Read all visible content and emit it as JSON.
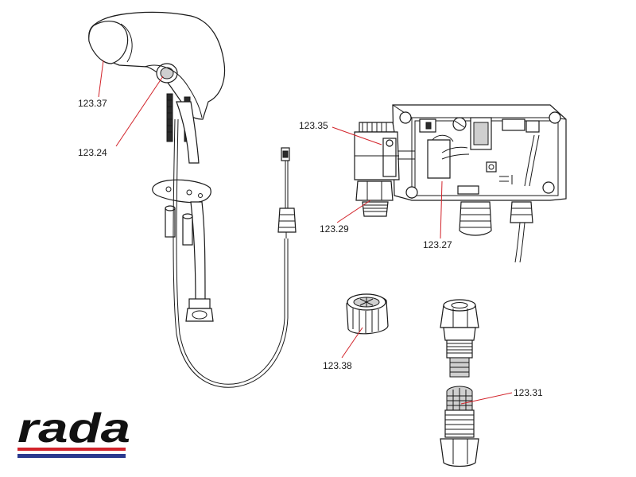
{
  "diagram": {
    "labels": [
      {
        "id": "l1",
        "text": "123.37"
      },
      {
        "id": "l2",
        "text": "123.24"
      },
      {
        "id": "l3",
        "text": "123.35"
      },
      {
        "id": "l4",
        "text": "123.29"
      },
      {
        "id": "l5",
        "text": "123.27"
      },
      {
        "id": "l6",
        "text": "123.38"
      },
      {
        "id": "l7",
        "text": "123.31"
      }
    ]
  },
  "logo": {
    "text": "rada",
    "stripe_red": "#d2232a",
    "stripe_blue": "#2b3a8f"
  },
  "colors": {
    "leader": "#d2232a",
    "line": "#1a1a1a"
  }
}
